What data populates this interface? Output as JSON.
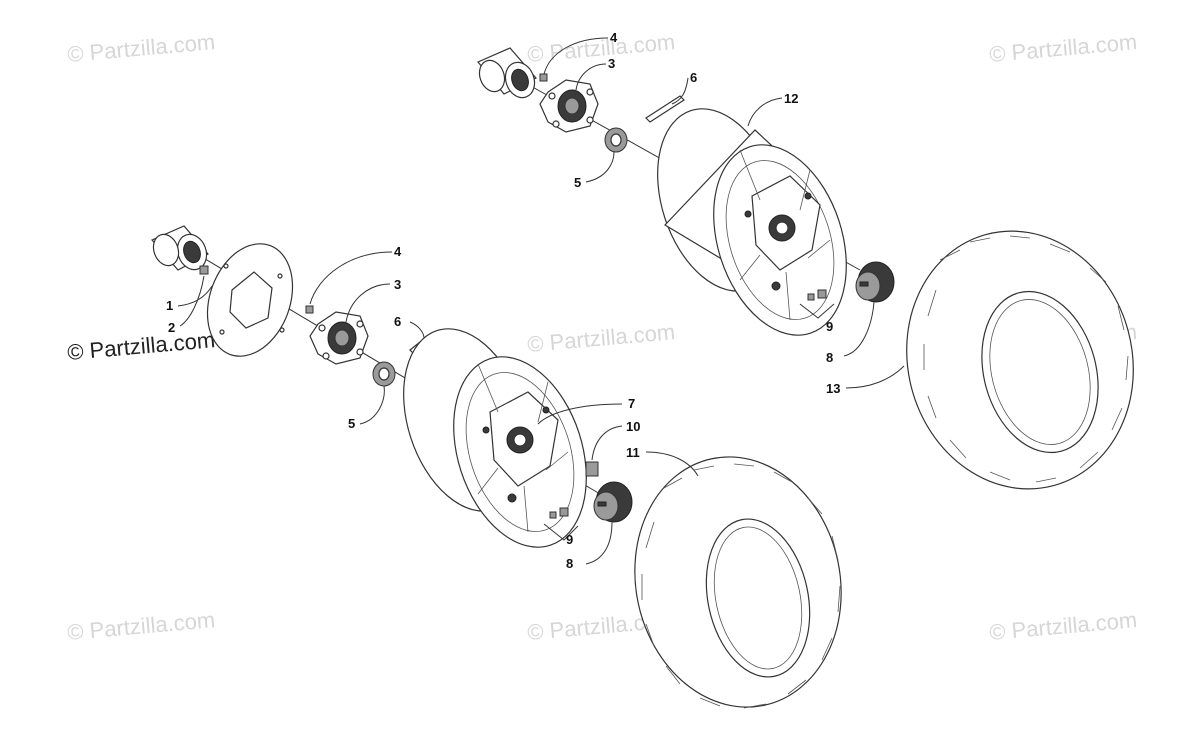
{
  "watermark": "© Partzilla.com",
  "watermark_main": "© Partzilla.com",
  "callouts": {
    "c1": "1",
    "c2": "2",
    "c3a": "3",
    "c3b": "3",
    "c4a": "4",
    "c4b": "4",
    "c5a": "5",
    "c5b": "5",
    "c6a": "6",
    "c6b": "6",
    "c7": "7",
    "c8a": "8",
    "c8b": "8",
    "c9a": "9",
    "c9b": "9",
    "c10": "10",
    "c11": "11",
    "c12": "12",
    "c13": "13"
  }
}
